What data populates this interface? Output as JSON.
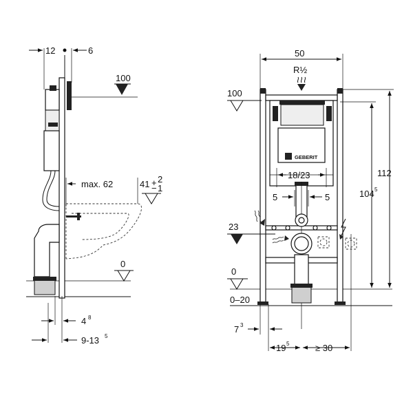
{
  "side_view": {
    "dim_12": "12",
    "dim_6": "6",
    "level_100": "100",
    "max_62": "max. 62",
    "dim_41": "41",
    "tol_plus": "+",
    "tol_minus": "−",
    "tol_2": "2",
    "tol_1": "1",
    "level_0": "0",
    "dim_4": "4",
    "dim_4_sup": "8",
    "dim_9_13": "9-13",
    "dim_9_13_sup": "5"
  },
  "front_view": {
    "dim_50": "50",
    "r_label": "R½",
    "level_100": "100",
    "dim_18_23": "18/23",
    "dim_5_left": "5",
    "dim_5_right": "5",
    "dim_112": "112",
    "dim_104": "104",
    "dim_104_sup": "5",
    "level_23": "23",
    "level_0": "0",
    "range_0_20": "0–20",
    "dim_7": "7",
    "dim_7_sup": "3",
    "dim_19": "19",
    "dim_19_sup": "5",
    "dim_ge_30": "≥ 30"
  },
  "brand": "GEBERIT"
}
